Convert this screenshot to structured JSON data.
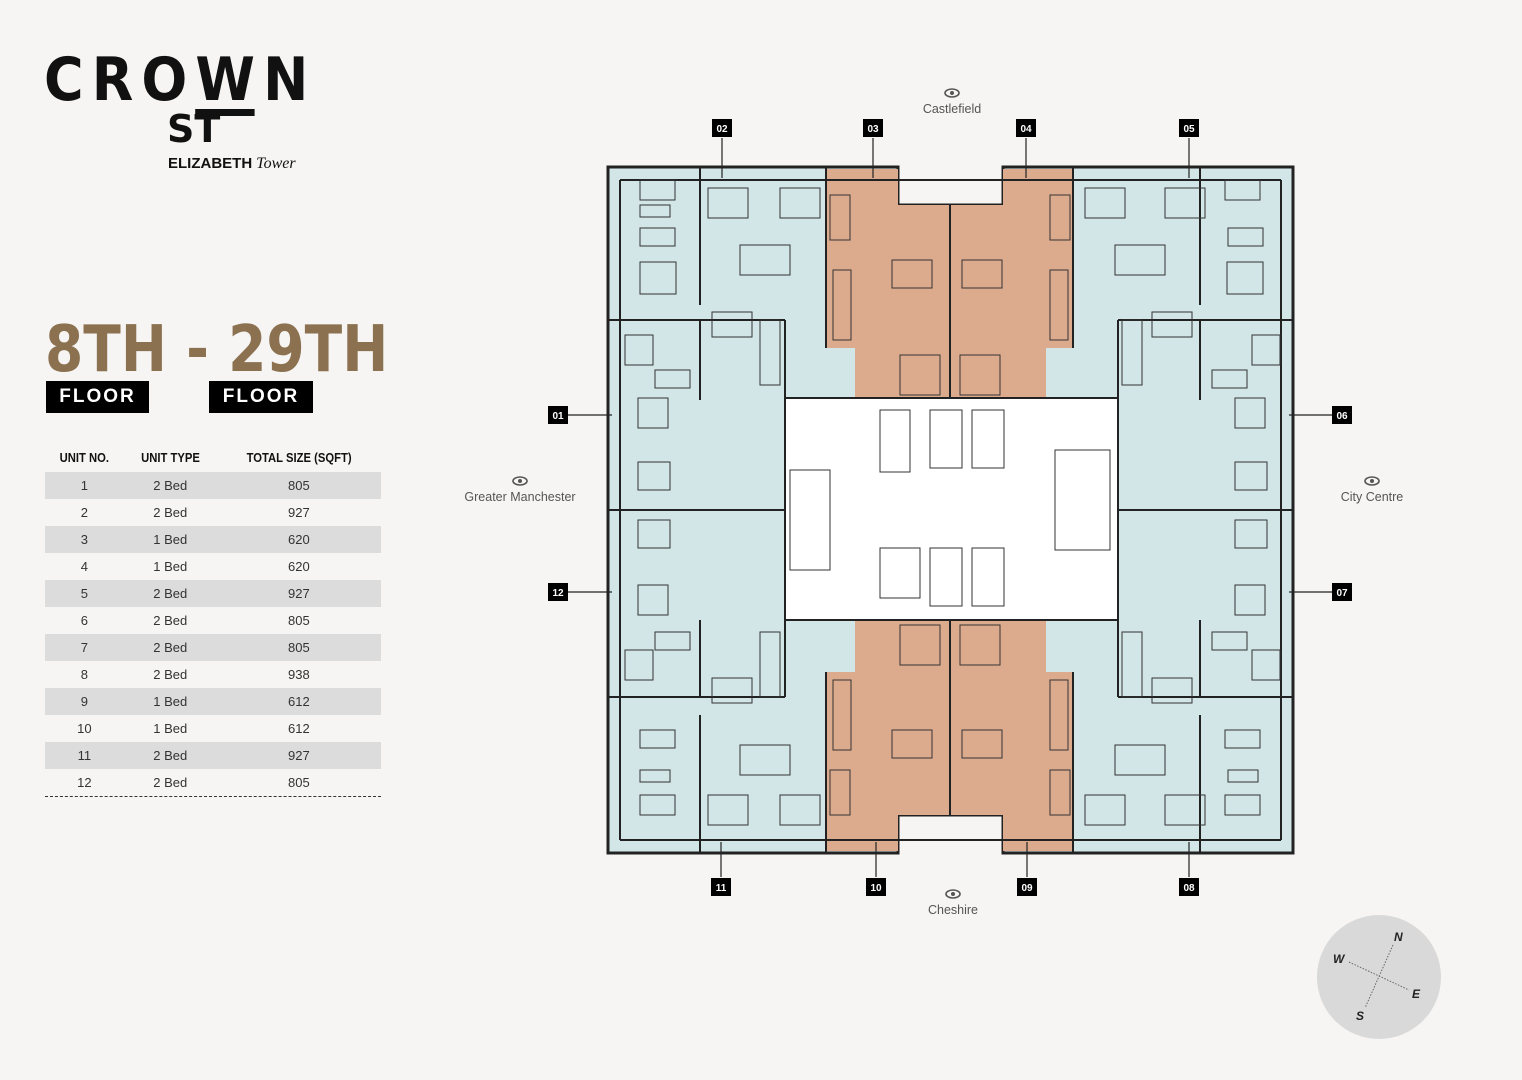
{
  "brand": {
    "name_part1": "CRO",
    "name_w": "W",
    "name_part2": "N",
    "street": "ST",
    "building": "ELIZABETH",
    "building_suffix": "Tower"
  },
  "floors": {
    "title": "8TH - 29TH",
    "badge_from": "FLOOR",
    "badge_to": "FLOOR"
  },
  "units_table": {
    "headers": [
      "UNIT NO.",
      "UNIT TYPE",
      "TOTAL SIZE (SQFT)"
    ],
    "rows": [
      [
        "1",
        "2 Bed",
        "805"
      ],
      [
        "2",
        "2 Bed",
        "927"
      ],
      [
        "3",
        "1 Bed",
        "620"
      ],
      [
        "4",
        "1 Bed",
        "620"
      ],
      [
        "5",
        "2 Bed",
        "927"
      ],
      [
        "6",
        "2 Bed",
        "805"
      ],
      [
        "7",
        "2 Bed",
        "805"
      ],
      [
        "8",
        "2 Bed",
        "938"
      ],
      [
        "9",
        "1 Bed",
        "612"
      ],
      [
        "10",
        "1 Bed",
        "612"
      ],
      [
        "11",
        "2 Bed",
        "927"
      ],
      [
        "12",
        "2 Bed",
        "805"
      ]
    ]
  },
  "views": {
    "north": "Castlefield",
    "west": "Greater Manchester",
    "east": "City Centre",
    "south": "Cheshire"
  },
  "unit_markers": [
    "01",
    "02",
    "03",
    "04",
    "05",
    "06",
    "07",
    "08",
    "09",
    "10",
    "11",
    "12"
  ],
  "compass": {
    "n": "N",
    "e": "E",
    "s": "S",
    "w": "W"
  },
  "colors": {
    "two_bed": "#d3e6e7",
    "one_bed": "#dcab8e",
    "accent": "#8b7150",
    "core": "#ffffff"
  }
}
